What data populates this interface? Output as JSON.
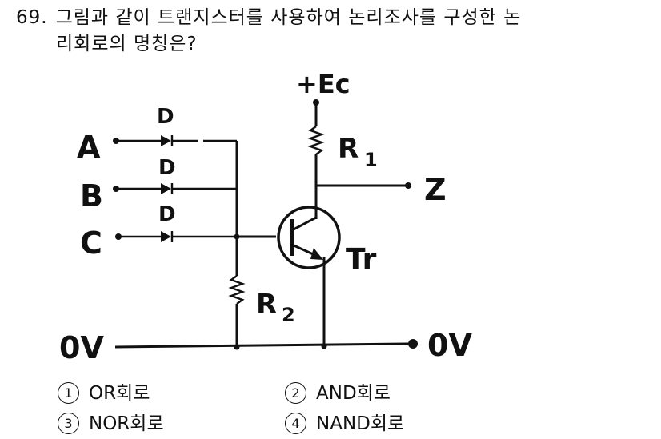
{
  "question": {
    "number": "69.",
    "line1": "그림과 같이 트랜지스터를 사용하여 논리조사를 구성한 논",
    "line2": "리회로의 명칭은?"
  },
  "circuit": {
    "supply": "+Ec",
    "inputs": [
      "A",
      "B",
      "C"
    ],
    "diode_labels": [
      "D",
      "D",
      "D"
    ],
    "r1_label": "R",
    "r1_sub": "1",
    "r2_label": "R",
    "r2_sub": "2",
    "output": "Z",
    "transistor": "Tr",
    "ground_left": "0V",
    "ground_right": "0V"
  },
  "choices": [
    {
      "mark": "1",
      "text": "OR회로"
    },
    {
      "mark": "2",
      "text": "AND회로"
    },
    {
      "mark": "3",
      "text": "NOR회로"
    },
    {
      "mark": "4",
      "text": "NAND회로"
    }
  ]
}
